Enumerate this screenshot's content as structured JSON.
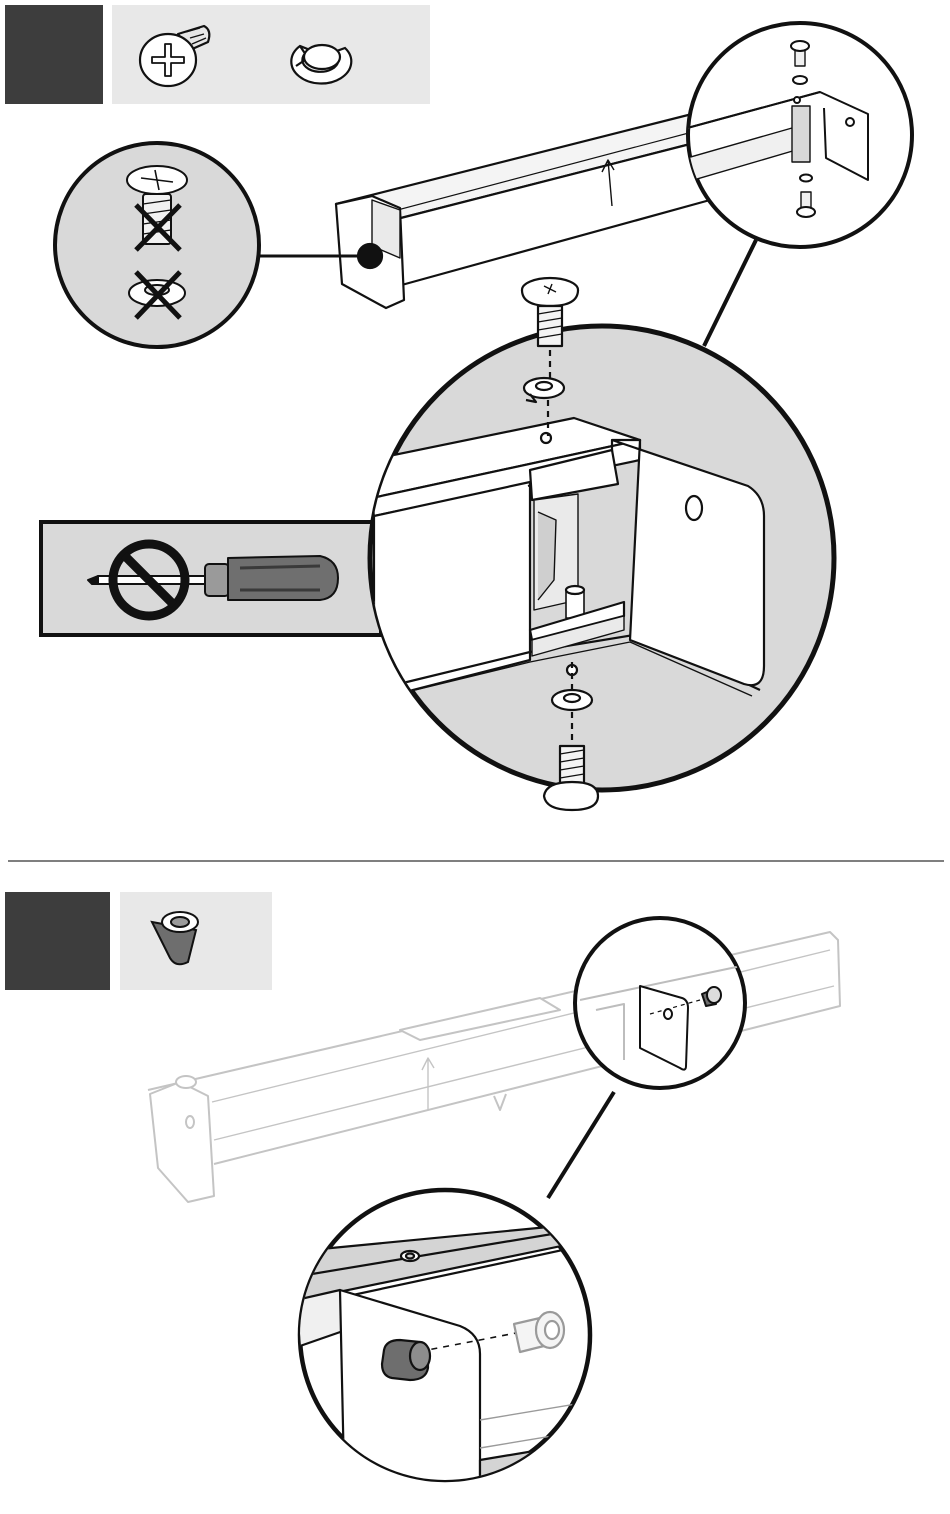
{
  "page": {
    "background": "#ffffff",
    "ink": "#111111",
    "step_badge_color": "#3d3d3d",
    "parts_panel_color": "#e8e8e8",
    "zoom_fill_color": "#d9d9d9",
    "faded_part_color": "#c4c4c4"
  },
  "steps": [
    {
      "step_number": "",
      "parts": [
        {
          "name": "phillips-truss-head-bolt",
          "icon": "bolt-icon"
        },
        {
          "name": "split-lock-washer",
          "icon": "lock-washer-icon"
        }
      ],
      "callouts": [
        {
          "name": "do-not-use-bolt-and-washer-callout",
          "icon": "crossed-out-bolt-icon"
        },
        {
          "name": "do-not-use-power-driver-callout",
          "icon": "no-screwdriver-icon"
        },
        {
          "name": "bracket-detail-callout",
          "icon": "magnifier-detail"
        },
        {
          "name": "bolt-assembly-zoom-callout",
          "icon": "magnifier-detail"
        }
      ]
    },
    {
      "step_number": "",
      "parts": [
        {
          "name": "flanged-insert-nut",
          "icon": "insert-nut-icon"
        }
      ],
      "callouts": [
        {
          "name": "insert-nut-detail-callout",
          "icon": "magnifier-detail"
        },
        {
          "name": "insert-nut-zoom-callout",
          "icon": "magnifier-detail"
        }
      ]
    }
  ]
}
